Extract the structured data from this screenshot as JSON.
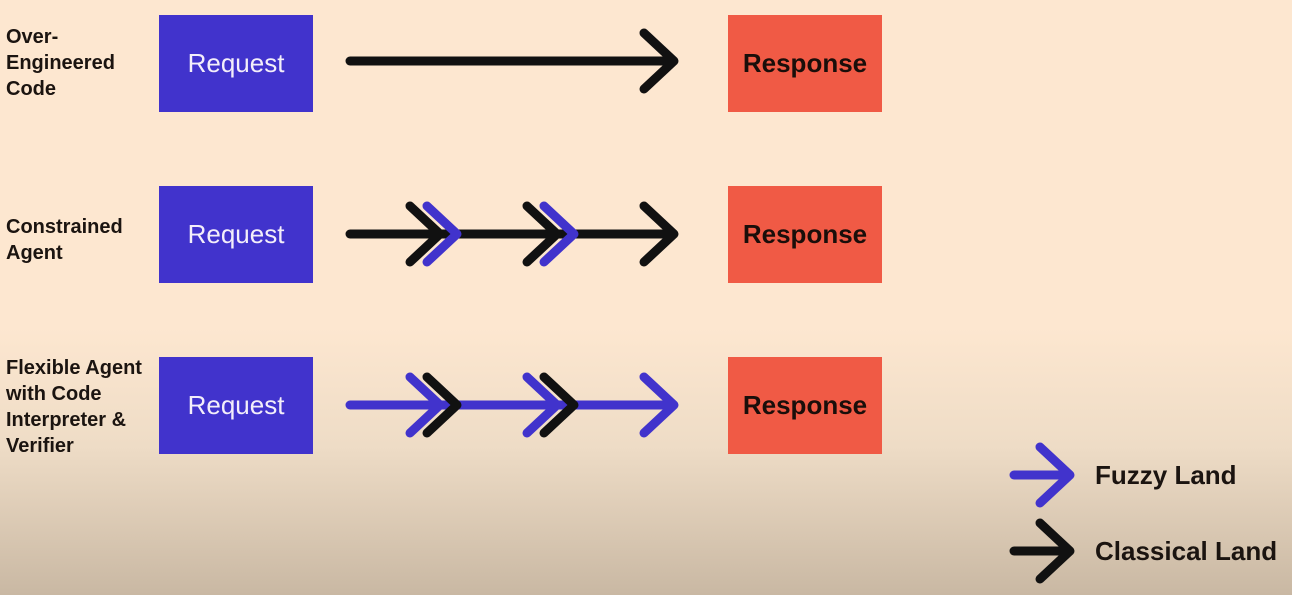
{
  "colors": {
    "fuzzy": "#4133cc",
    "classical": "#111111",
    "request": "#4133cc",
    "response": "#f05a45"
  },
  "rows": [
    {
      "label": "Over-\nEngineered\nCode",
      "request": "Request",
      "response": "Response",
      "line": "classical",
      "chevrons": [
        [],
        [],
        [
          "classical"
        ]
      ]
    },
    {
      "label": "Constrained\nAgent",
      "request": "Request",
      "response": "Response",
      "line": "classical",
      "chevrons": [
        [
          "classical",
          "fuzzy"
        ],
        [
          "classical",
          "fuzzy"
        ],
        [
          "classical"
        ]
      ]
    },
    {
      "label": "Flexible Agent\nwith Code\nInterpreter &\nVerifier",
      "request": "Request",
      "response": "Response",
      "line": "fuzzy",
      "chevrons": [
        [
          "fuzzy",
          "classical"
        ],
        [
          "fuzzy",
          "classical"
        ],
        [
          "fuzzy"
        ]
      ]
    }
  ],
  "legend": [
    {
      "kind": "fuzzy",
      "label": "Fuzzy Land"
    },
    {
      "kind": "classical",
      "label": "Classical Land"
    }
  ]
}
